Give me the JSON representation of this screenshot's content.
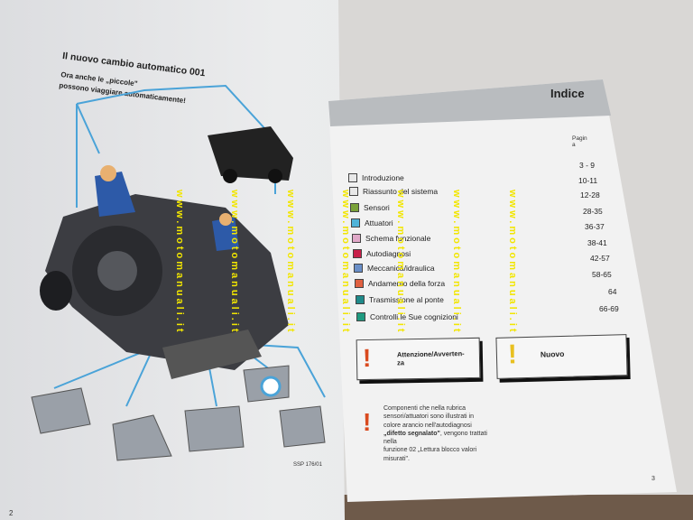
{
  "left_page": {
    "title": "Il nuovo cambio automatico 001",
    "subtitle_line1": "Ora anche le „piccole\"",
    "subtitle_line2": "possono viaggiare automaticamente!",
    "figure_code": "SSP 176/01",
    "page_number": "2"
  },
  "right_page": {
    "header": "Indice",
    "page_column_label": "Pagin a",
    "items": [
      {
        "label": "Introduzione",
        "color": "#e8e8e8"
      },
      {
        "label": "Riassunto del sistema",
        "color": "#e8e8e8"
      },
      {
        "label": "Sensori",
        "color": "#7aa23a"
      },
      {
        "label": "Attuatori",
        "color": "#4fb3d9"
      },
      {
        "label": "Schema funzionale",
        "color": "#e0a8c8"
      },
      {
        "label": "Autodiagnosi",
        "color": "#c8204a"
      },
      {
        "label": "Meccanica/idraulica",
        "color": "#6a8fc8"
      },
      {
        "label": "Andamento della forza",
        "color": "#e06040"
      },
      {
        "label": "Trasmissione al ponte",
        "color": "#1f8a8a"
      },
      {
        "label": "Controlli le Sue cognizioni",
        "color": "#1f9a80"
      }
    ],
    "pages": [
      "3 - 9",
      "10-11",
      "12-28",
      "28-35",
      "36-37",
      "38-41",
      "42-57",
      "58-65",
      "64",
      "66-69"
    ],
    "warning_box": "Attenzione/Avverten-za",
    "new_box": "Nuovo",
    "note_line1": "Componenti che nella rubrica",
    "note_line2": "sensori/attuatori sono illustrati in",
    "note_line3": "colore arancio nell'autodiagnosi",
    "note_bold": "„difetto segnalato\"",
    "note_line4": ", vengono trattati nella",
    "note_line5": "funzione 02 „Lettura blocco valori misurati\".",
    "page_number": "3"
  },
  "watermark": "www.motomanuali.it"
}
